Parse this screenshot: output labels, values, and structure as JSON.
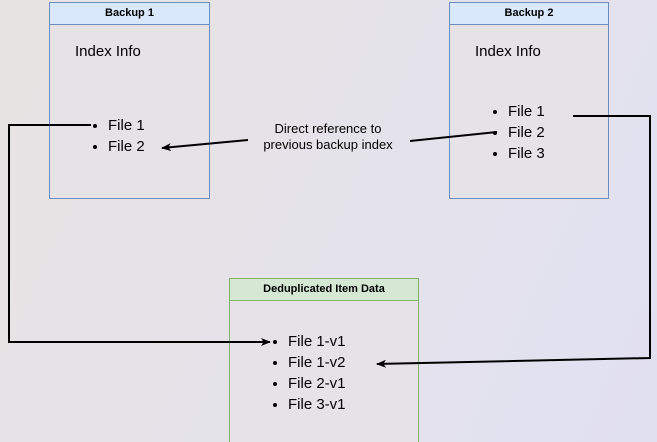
{
  "diagram": {
    "title_hidden": "",
    "background": {
      "gradient_from": "#e8e4e4",
      "gradient_to": "#e1e0f1"
    },
    "colors": {
      "blue_border": "#6c8ebf",
      "blue_header_fill": "#dae8fc",
      "green_border": "#82b366",
      "green_header_fill": "#d5e8d4",
      "box_body_fill": "#e5e3e6",
      "connector": "#000000"
    }
  },
  "boxes": {
    "backup1": {
      "title": "Backup 1",
      "section_label": "Index Info",
      "items": [
        "File 1",
        "File 2"
      ]
    },
    "backup2": {
      "title": "Backup 2",
      "section_label": "Index Info",
      "items": [
        "File 1",
        "File 2",
        "File 3"
      ]
    },
    "dedup": {
      "title": "Deduplicated Item Data",
      "items": [
        "File 1-v1",
        "File 1-v2",
        "File 2-v1",
        "File 3-v1"
      ]
    }
  },
  "annotations": {
    "direct_reference": {
      "line1": "Direct reference to",
      "line2": "previous backup index"
    }
  }
}
